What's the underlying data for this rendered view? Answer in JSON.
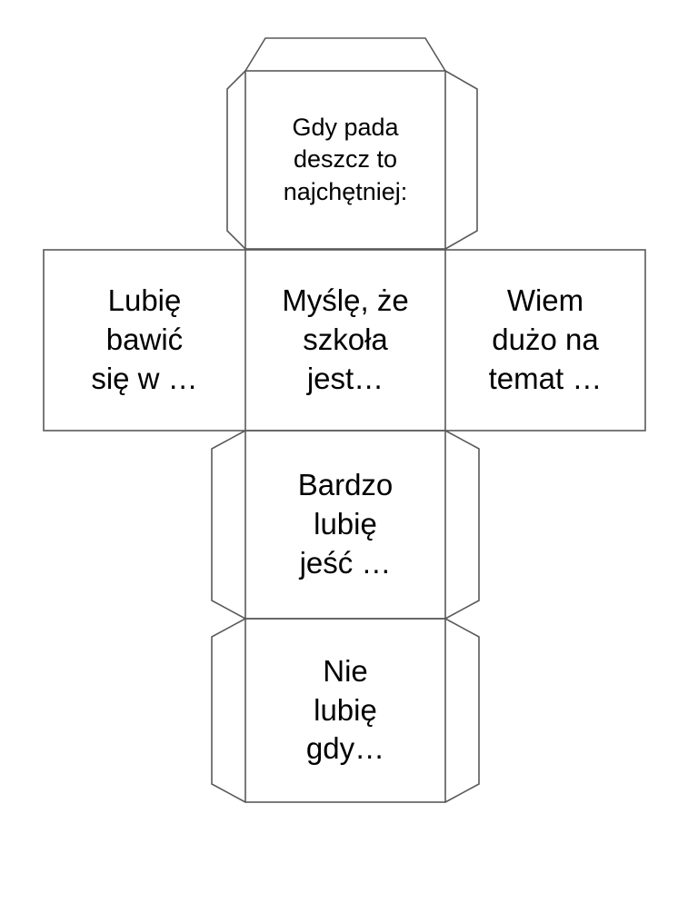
{
  "document": {
    "title": "Kostka do zabawy - szablon",
    "type": "cube-net-template",
    "language": "pl",
    "page_background": "#ffffff",
    "line_color": "#595959",
    "text_color": "#000000"
  },
  "net": {
    "description": "Cross-shaped cube net with glue flaps",
    "faces": [
      {
        "id": "top",
        "position": "row1-center",
        "text": "Gdy pada\ndeszcz to\nnajchętniej:",
        "lines": [
          "Gdy pada",
          "deszcz to",
          "najchętniej:"
        ]
      },
      {
        "id": "left",
        "position": "row2-left",
        "text": "Lubię\nbawić\nsię w …",
        "lines": [
          "Lubię",
          "bawić",
          "się w …"
        ]
      },
      {
        "id": "center",
        "position": "row2-center",
        "text": "Myślę, że\nszkoła\njest…",
        "lines": [
          "Myślę, że",
          "szkoła",
          "jest…"
        ]
      },
      {
        "id": "right",
        "position": "row2-right",
        "text": "Wiem\ndużo na\ntemat …",
        "lines": [
          "Wiem",
          "dużo na",
          "temat …"
        ]
      },
      {
        "id": "fourth",
        "position": "row3-center",
        "text": "Bardzo\nlubię\njeść …",
        "lines": [
          "Bardzo",
          "lubię",
          "jeść …"
        ]
      },
      {
        "id": "bottom",
        "position": "row4-center",
        "text": "Nie\nlubię\ngdy…",
        "lines": [
          "Nie",
          "lubię",
          "gdy…"
        ]
      }
    ],
    "flaps": [
      {
        "id": "top-flap",
        "shape": "trapezoid",
        "location": "above-top-face"
      },
      {
        "id": "top-left-flap",
        "shape": "hexagonal-tab",
        "location": "left-of-top-face"
      },
      {
        "id": "top-right-flap",
        "shape": "hexagonal-tab",
        "location": "right-of-top-face"
      },
      {
        "id": "fourth-left-flap",
        "shape": "hexagonal-tab",
        "location": "left-of-fourth-face"
      },
      {
        "id": "fourth-right-flap",
        "shape": "hexagonal-tab",
        "location": "right-of-fourth-face"
      },
      {
        "id": "bottom-left-flap",
        "shape": "hexagonal-tab",
        "location": "left-of-bottom-face"
      },
      {
        "id": "bottom-right-flap",
        "shape": "hexagonal-tab",
        "location": "right-of-bottom-face"
      }
    ]
  }
}
